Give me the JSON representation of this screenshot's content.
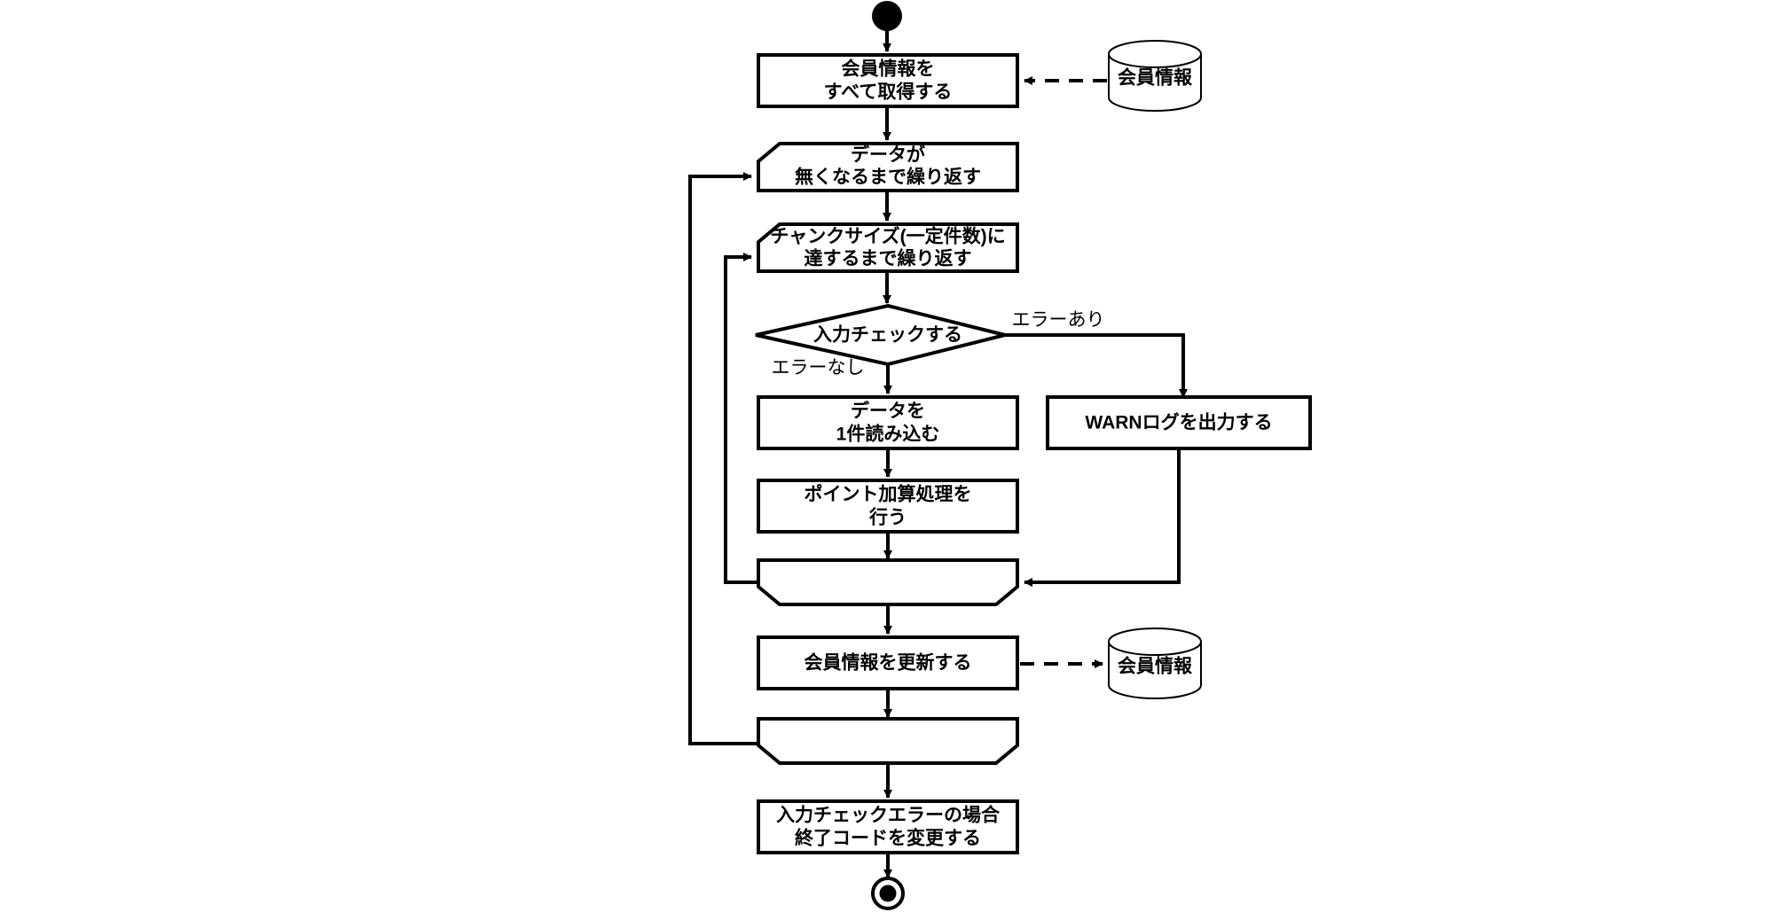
{
  "diagram": {
    "type": "activity-flowchart",
    "language": "ja",
    "colors": {
      "stroke": "#000000",
      "fill": "#ffffff",
      "background": "#ffffff"
    },
    "start_node": "start-node",
    "end_node": "end-node",
    "nodes": {
      "fetch_members": {
        "shape": "process",
        "line1": "会員情報を",
        "line2": "すべて取得する"
      },
      "loop_data_start": {
        "shape": "loop-start",
        "line1": "データが",
        "line2": "無くなるまで繰り返す"
      },
      "loop_chunk_start": {
        "shape": "loop-start",
        "line1": "チャンクサイズ(一定件数)に",
        "line2": "達するまで繰り返す"
      },
      "input_check": {
        "shape": "decision",
        "line1": "入力チェックする"
      },
      "read_one": {
        "shape": "process",
        "line1": "データを",
        "line2": "1件読み込む"
      },
      "add_points": {
        "shape": "process",
        "line1": "ポイント加算処理を",
        "line2": "行う"
      },
      "warn_log": {
        "shape": "process",
        "line1": "WARNログを出力する"
      },
      "loop_chunk_end": {
        "shape": "loop-end",
        "line1": ""
      },
      "update_members": {
        "shape": "process",
        "line1": "会員情報を更新する"
      },
      "loop_data_end": {
        "shape": "loop-end",
        "line1": ""
      },
      "exit_code": {
        "shape": "process",
        "line1": "入力チェックエラーの場合",
        "line2": "終了コードを変更する"
      },
      "db_read": {
        "shape": "database",
        "line1": "会員情報"
      },
      "db_write": {
        "shape": "database",
        "line1": "会員情報"
      }
    },
    "edge_labels": {
      "error_yes": "エラーあり",
      "error_no": "エラーなし"
    }
  }
}
